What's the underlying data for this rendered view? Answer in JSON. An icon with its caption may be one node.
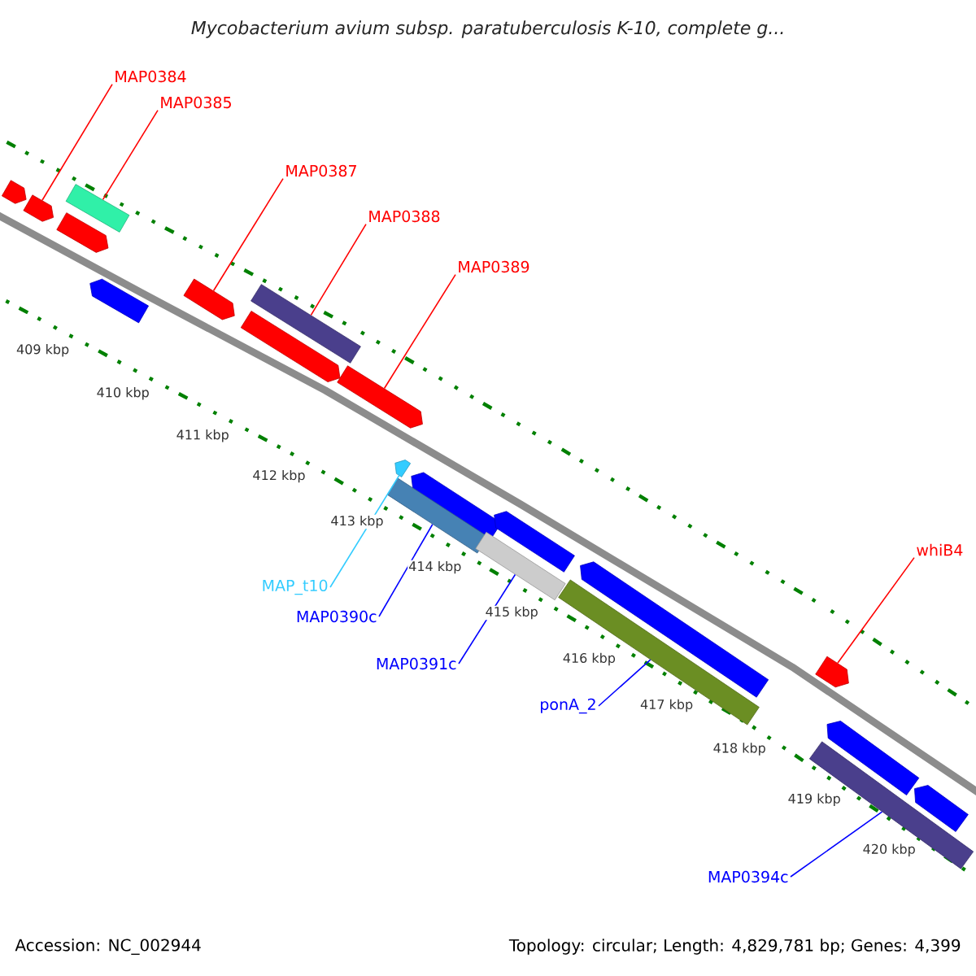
{
  "diagram": {
    "title": "Mycobacterium avium subsp. paratuberculosis K-10, complete g...",
    "nodes": [
      {
        "text": [
          "MAP0384"
        ]
      },
      {
        "text": [
          "MAP0385"
        ]
      },
      {
        "text": [
          "MAP0387"
        ]
      },
      {
        "text": [
          "MAP0388"
        ]
      },
      {
        "text": [
          "MAP0389"
        ]
      },
      {
        "text": [
          "whiB4"
        ]
      },
      {
        "text": [
          "MAP_t10"
        ]
      },
      {
        "text": [
          "MAP0390c"
        ]
      },
      {
        "text": [
          "MAP0391c"
        ]
      },
      {
        "text": [
          "ponA_2"
        ]
      },
      {
        "text": [
          "MAP0394c"
        ]
      },
      {
        "text": [],
        "shape": "bar"
      },
      {
        "text": [],
        "shape": "bar"
      },
      {
        "text": [],
        "shape": "bar"
      },
      {
        "text": [],
        "shape": "bar"
      },
      {
        "text": [],
        "shape": "bar"
      },
      {
        "text": [],
        "shape": "bar"
      },
      {
        "text": [],
        "shape": "bar"
      },
      {
        "text": [],
        "shape": "bar"
      },
      {
        "text": [],
        "shape": "bar"
      },
      {
        "text": [],
        "shape": "bar"
      },
      {
        "text": [],
        "shape": "bar"
      },
      {
        "text": [],
        "shape": "bar"
      },
      {
        "text": [],
        "shape": "bar"
      },
      {
        "text": [],
        "shape": "bar"
      },
      {
        "text": [],
        "shape": "bar"
      },
      {
        "text": [],
        "shape": "bar"
      },
      {
        "text": [],
        "shape": "bar"
      },
      {
        "text": [],
        "shape": "bar"
      },
      {
        "text": [],
        "shape": "bar"
      },
      {
        "text": [],
        "shape": "bar"
      }
    ],
    "edges": [
      {
        "from": 0,
        "to": 12,
        "arrow": "none"
      },
      {
        "from": 1,
        "to": 13,
        "arrow": "none"
      },
      {
        "from": 2,
        "to": 15,
        "arrow": "none"
      },
      {
        "from": 3,
        "to": 16,
        "arrow": "none"
      },
      {
        "from": 4,
        "to": 18,
        "arrow": "none"
      },
      {
        "from": 5,
        "to": 19,
        "arrow": "none"
      },
      {
        "from": 6,
        "to": 21,
        "arrow": "none",
        "color": "#33ccff"
      },
      {
        "from": 7,
        "to": 23,
        "arrow": "none",
        "color": "#0000ff"
      },
      {
        "from": 8,
        "to": 25,
        "arrow": "none",
        "color": "#0000ff"
      },
      {
        "from": 9,
        "to": 27,
        "arrow": "none",
        "color": "#0000ff"
      },
      {
        "from": 10,
        "to": 29,
        "arrow": "none",
        "color": "#0000ff"
      }
    ],
    "labels": [
      "409 kbp",
      "410 kbp",
      "411 kbp",
      "412 kbp",
      "413 kbp",
      "414 kbp",
      "415 kbp",
      "416 kbp",
      "417 kbp",
      "418 kbp",
      "419 kbp",
      "420 kbp",
      "Accession: NC_002944",
      "Topology: circular; Length: 4,829,781 bp; Genes: 4,399"
    ]
  }
}
